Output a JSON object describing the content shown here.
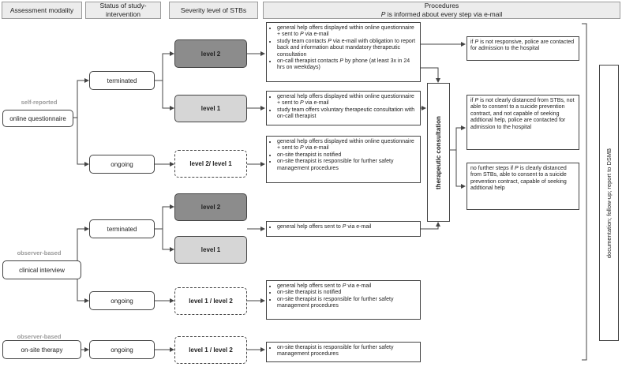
{
  "headers": {
    "assessment_modality": "Assessment modality",
    "status": "Status of study-intervention",
    "severity": "Severity level of STBs",
    "procedures": "Procedures",
    "procedures_sub": "P is informed about every step via e-mail"
  },
  "rows": {
    "online": {
      "category": "self-reported",
      "modality": "online questionnaire",
      "terminated": "terminated",
      "ongoing": "ongoing",
      "level_2": "level 2",
      "level_1": "level 1",
      "level_mixed": "level 2/ level 1"
    },
    "clinical": {
      "category": "observer-based",
      "modality": "clinical interview",
      "terminated": "terminated",
      "ongoing": "ongoing",
      "level_2": "level 2",
      "level_1": "level 1",
      "level_mixed": "level 1 / level 2"
    },
    "onsite": {
      "category": "observer-based",
      "modality": "on-site therapy",
      "ongoing": "ongoing",
      "level_mixed": "level 1 / level 2"
    }
  },
  "procedures": {
    "p1": [
      "general help offers displayed within online questionnaire + sent to P via e-mail",
      "study team contacts P via e-mail with obligation to report back and information about mandatory therapeutic consultation",
      "on-call therapist contacts P by phone (at least 3x in 24 hrs on weekdays)"
    ],
    "p2": [
      "general help offers displayed within online questionnaire + sent to P via e-mail",
      "study team offers voluntary therapeutic consultation with on-call therapist"
    ],
    "p3": [
      "general help offers displayed within online questionnaire + sent to P via e-mail",
      "on-site therapist is notified",
      "on-site therapist is responsible for further safety management procedures"
    ],
    "p4": [
      "general help offers sent to P via e-mail"
    ],
    "p5": [
      "general help offers sent to P via e-mail",
      "on-site therapist is notified",
      "on-site therapist is responsible for further safety management procedures"
    ],
    "p6": [
      "on-site therapist is responsible for further safety management procedures"
    ]
  },
  "therapeutic_consultation": "therapeutic consultation",
  "outcomes": {
    "police_not_responsive": "if P is not responsive, police are contacted for admission to the hospital",
    "police_not_distanced": "if P is not clearly distanced from STBs, not able to consent to a suicide prevention contract, and not capable of seeking addtional help, police are contacted for admission to the hospital",
    "no_further_steps": "no further steps if P is clearly distanced from STBs, able to consent to a suicide prevention contract, capable of seeking addtional help"
  },
  "documentation": "documentation; follow-up; report to DSMB",
  "colors": {
    "header_bg": "#ececec",
    "level2_fill": "#8c8c8c",
    "level1_fill": "#d6d6d6",
    "category_text": "#9a9a9a",
    "line": "#444444"
  }
}
